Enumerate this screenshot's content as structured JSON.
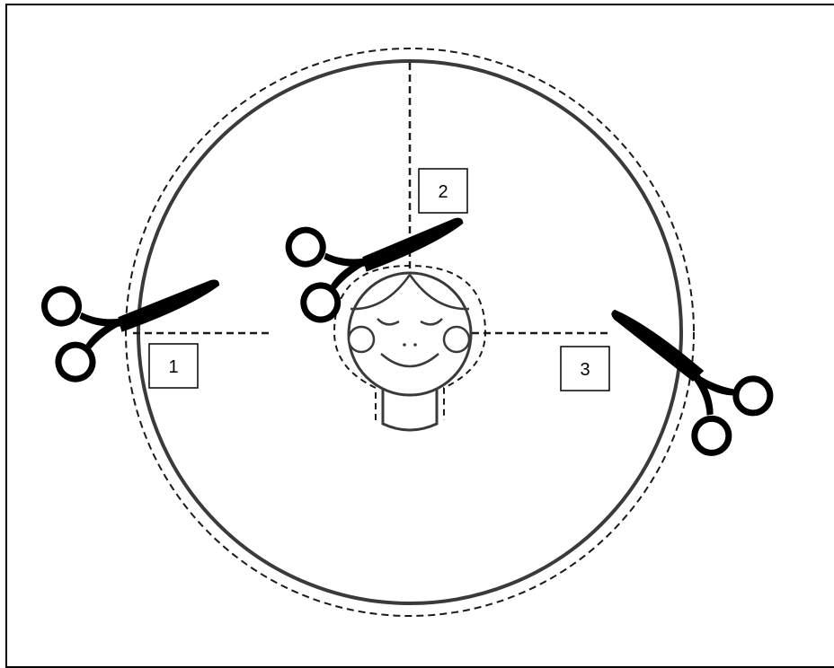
{
  "steps": [
    {
      "number": "1"
    },
    {
      "number": "2"
    },
    {
      "number": "3"
    }
  ],
  "icons": {
    "scissors": "scissors-icon",
    "face": "face-icon"
  },
  "colors": {
    "outline": "#3a3a3a",
    "dashed": "#1a1a1a",
    "scissors": "#000000",
    "frame": "#000000"
  }
}
